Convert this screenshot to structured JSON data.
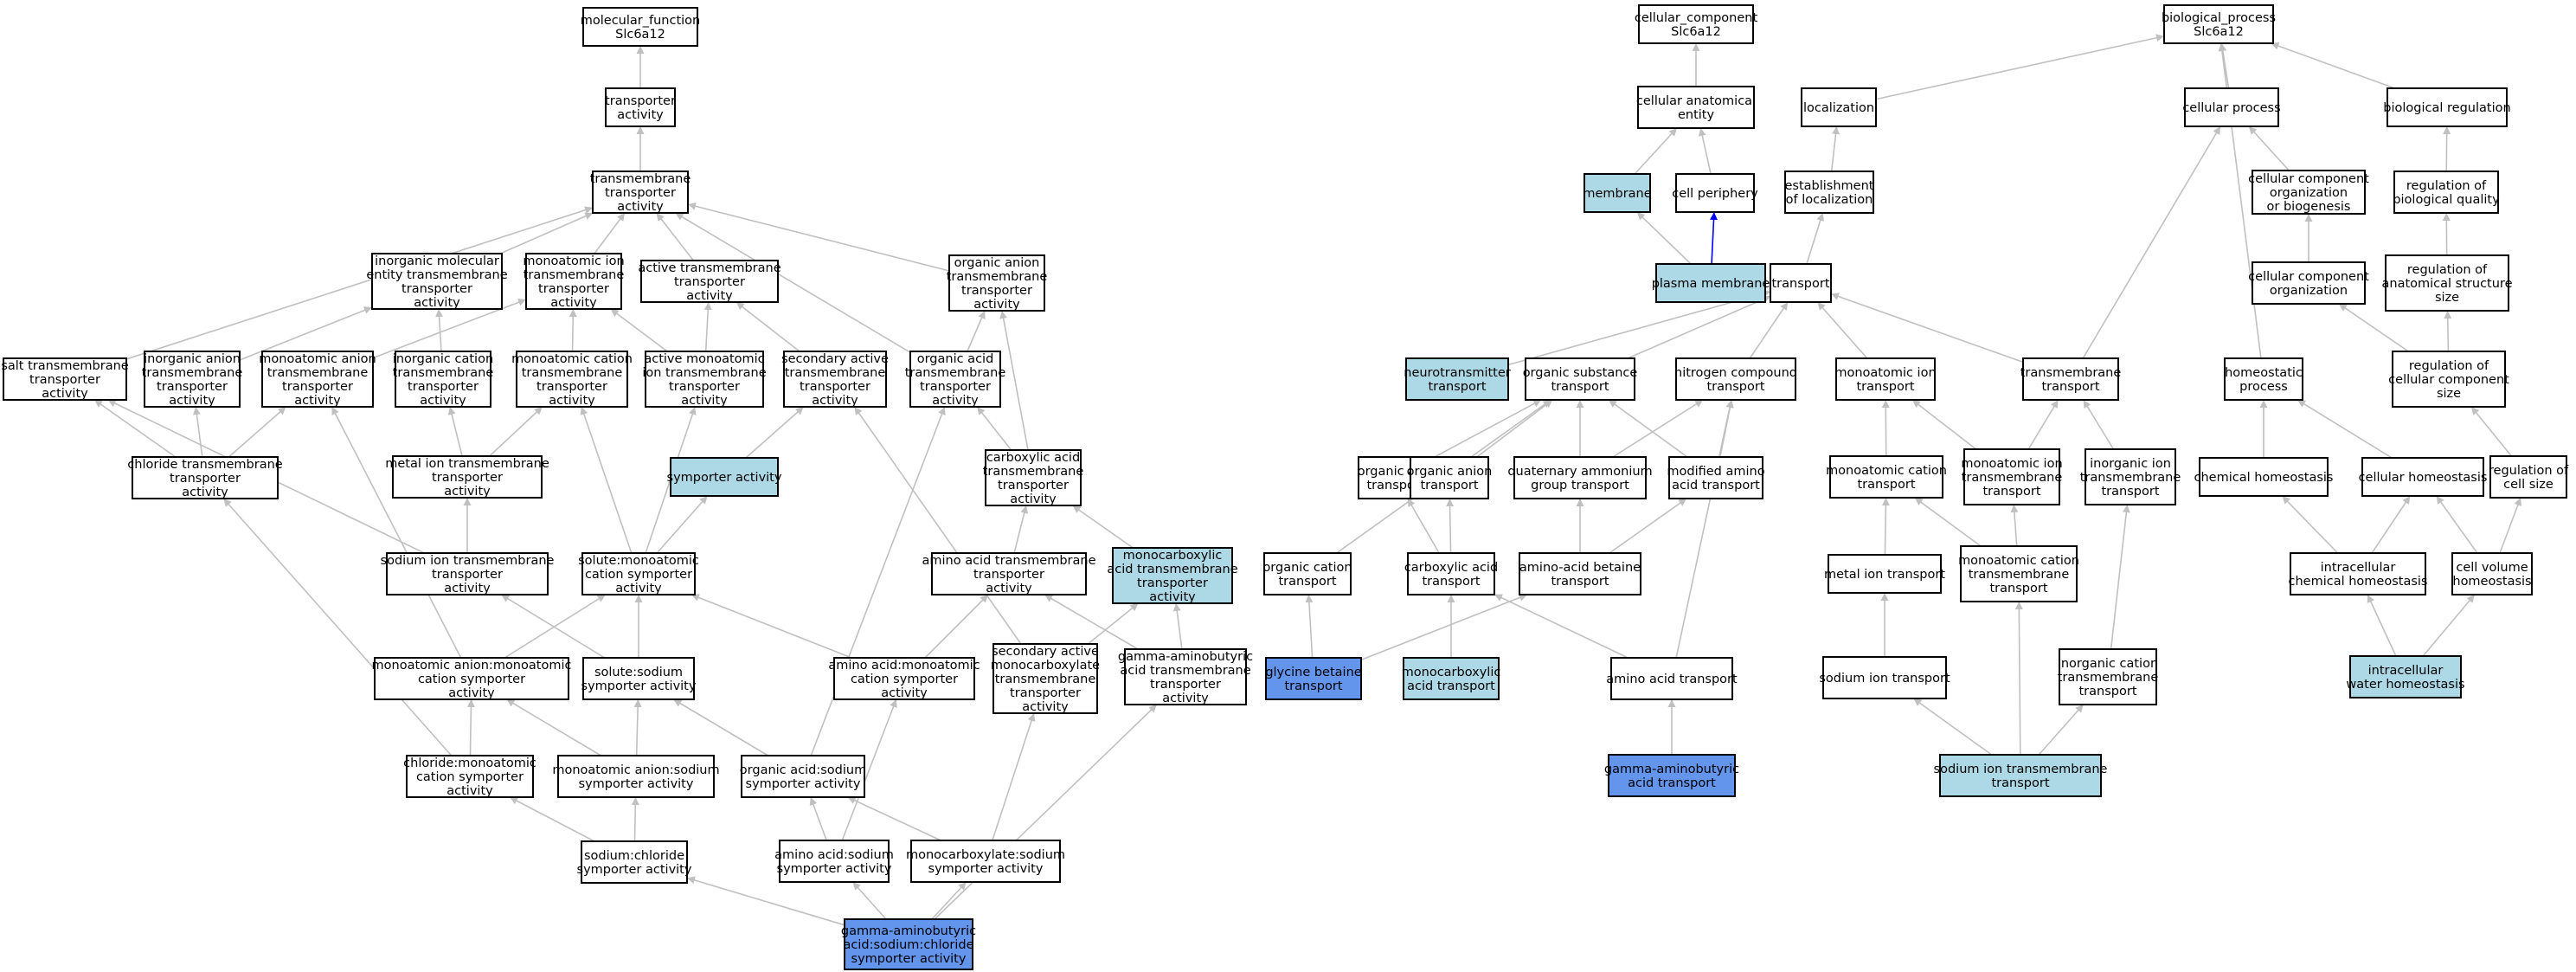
{
  "colors": {
    "plain": "#ffffff",
    "light_blue": "#add8e6",
    "dark_blue": "#6495ed",
    "edge_grey": "#c0c0c0",
    "edge_blue": "#0000ff"
  },
  "nodes": [
    {
      "id": "mf",
      "lines": [
        "molecular_function",
        "Slc6a12"
      ],
      "color": "plain"
    },
    {
      "id": "transporter",
      "lines": [
        "transporter",
        "activity"
      ],
      "color": "plain"
    },
    {
      "id": "tmta",
      "lines": [
        "transmembrane",
        "transporter",
        "activity"
      ],
      "color": "plain"
    },
    {
      "id": "inorgmol",
      "lines": [
        "inorganic molecular",
        "entity transmembrane",
        "transporter",
        "activity"
      ],
      "color": "plain"
    },
    {
      "id": "monoion",
      "lines": [
        "monoatomic ion",
        "transmembrane",
        "transporter",
        "activity"
      ],
      "color": "plain"
    },
    {
      "id": "activetm",
      "lines": [
        "active transmembrane",
        "transporter",
        "activity"
      ],
      "color": "plain"
    },
    {
      "id": "organion",
      "lines": [
        "organic anion",
        "transmembrane",
        "transporter",
        "activity"
      ],
      "color": "plain"
    },
    {
      "id": "salt",
      "lines": [
        "salt transmembrane",
        "transporter",
        "activity"
      ],
      "color": "plain"
    },
    {
      "id": "inorganion",
      "lines": [
        "inorganic anion",
        "transmembrane",
        "transporter",
        "activity"
      ],
      "color": "plain"
    },
    {
      "id": "monoanion",
      "lines": [
        "monoatomic anion",
        "transmembrane",
        "transporter",
        "activity"
      ],
      "color": "plain"
    },
    {
      "id": "inorgcation",
      "lines": [
        "inorganic cation",
        "transmembrane",
        "transporter",
        "activity"
      ],
      "color": "plain"
    },
    {
      "id": "monocation",
      "lines": [
        "monoatomic cation",
        "transmembrane",
        "transporter",
        "activity"
      ],
      "color": "plain"
    },
    {
      "id": "activemono",
      "lines": [
        "active monoatomic",
        "ion transmembrane",
        "transporter",
        "activity"
      ],
      "color": "plain"
    },
    {
      "id": "secactive",
      "lines": [
        "secondary active",
        "transmembrane",
        "transporter",
        "activity"
      ],
      "color": "plain"
    },
    {
      "id": "organacid",
      "lines": [
        "organic acid",
        "transmembrane",
        "transporter",
        "activity"
      ],
      "color": "plain"
    },
    {
      "id": "chloride",
      "lines": [
        "chloride transmembrane",
        "transporter",
        "activity"
      ],
      "color": "plain"
    },
    {
      "id": "metalion",
      "lines": [
        "metal ion transmembrane",
        "transporter",
        "activity"
      ],
      "color": "plain"
    },
    {
      "id": "symporter",
      "lines": [
        "symporter activity"
      ],
      "color": "light_blue"
    },
    {
      "id": "carboxylic",
      "lines": [
        "carboxylic acid",
        "transmembrane",
        "transporter",
        "activity"
      ],
      "color": "plain"
    },
    {
      "id": "sodiumion",
      "lines": [
        "sodium ion transmembrane",
        "transporter",
        "activity"
      ],
      "color": "plain"
    },
    {
      "id": "solutemonocation",
      "lines": [
        "solute:monoatomic",
        "cation symporter",
        "activity"
      ],
      "color": "plain"
    },
    {
      "id": "aminoacidtm",
      "lines": [
        "amino acid transmembrane",
        "transporter",
        "activity"
      ],
      "color": "plain"
    },
    {
      "id": "monocarbtm",
      "lines": [
        "monocarboxylic",
        "acid transmembrane",
        "transporter",
        "activity"
      ],
      "color": "light_blue"
    },
    {
      "id": "monoanionmonocation",
      "lines": [
        "monoatomic anion:monoatomic",
        "cation symporter",
        "activity"
      ],
      "color": "plain"
    },
    {
      "id": "solutesodium",
      "lines": [
        "solute:sodium",
        "symporter activity"
      ],
      "color": "plain"
    },
    {
      "id": "aamonocation",
      "lines": [
        "amino acid:monoatomic",
        "cation symporter",
        "activity"
      ],
      "color": "plain"
    },
    {
      "id": "secactivemonocarb",
      "lines": [
        "secondary active",
        "monocarboxylate",
        "transmembrane",
        "transporter",
        "activity"
      ],
      "color": "plain"
    },
    {
      "id": "gabatm",
      "lines": [
        "gamma-aminobutyric",
        "acid transmembrane",
        "transporter",
        "activity"
      ],
      "color": "plain"
    },
    {
      "id": "chloridemonocation",
      "lines": [
        "chloride:monoatomic",
        "cation symporter",
        "activity"
      ],
      "color": "plain"
    },
    {
      "id": "monoanionsodium",
      "lines": [
        "monoatomic anion:sodium",
        "symporter activity"
      ],
      "color": "plain"
    },
    {
      "id": "organacidsodium",
      "lines": [
        "organic acid:sodium",
        "symporter activity"
      ],
      "color": "plain"
    },
    {
      "id": "sodiumchloride",
      "lines": [
        "sodium:chloride",
        "symporter activity"
      ],
      "color": "plain"
    },
    {
      "id": "aasodium",
      "lines": [
        "amino acid:sodium",
        "symporter activity"
      ],
      "color": "plain"
    },
    {
      "id": "monocarbsodium",
      "lines": [
        "monocarboxylate:sodium",
        "symporter activity"
      ],
      "color": "plain"
    },
    {
      "id": "gabasodiumchloride",
      "lines": [
        "gamma-aminobutyric",
        "acid:sodium:chloride",
        "symporter activity"
      ],
      "color": "dark_blue"
    },
    {
      "id": "cc",
      "lines": [
        "cellular_component",
        "Slc6a12"
      ],
      "color": "plain"
    },
    {
      "id": "cae",
      "lines": [
        "cellular anatomical",
        "entity"
      ],
      "color": "plain"
    },
    {
      "id": "membrane",
      "lines": [
        "membrane"
      ],
      "color": "light_blue"
    },
    {
      "id": "periphery",
      "lines": [
        "cell periphery"
      ],
      "color": "plain"
    },
    {
      "id": "plasmamem",
      "lines": [
        "plasma membrane"
      ],
      "color": "light_blue"
    },
    {
      "id": "bp",
      "lines": [
        "biological_process",
        "Slc6a12"
      ],
      "color": "plain"
    },
    {
      "id": "localization",
      "lines": [
        "localization"
      ],
      "color": "plain"
    },
    {
      "id": "cellproc",
      "lines": [
        "cellular process"
      ],
      "color": "plain"
    },
    {
      "id": "bioreg",
      "lines": [
        "biological regulation"
      ],
      "color": "plain"
    },
    {
      "id": "estloc",
      "lines": [
        "establishment",
        "of localization"
      ],
      "color": "plain"
    },
    {
      "id": "ccob",
      "lines": [
        "cellular component",
        "organization",
        "or biogenesis"
      ],
      "color": "plain"
    },
    {
      "id": "regbioq",
      "lines": [
        "regulation of",
        "biological quality"
      ],
      "color": "plain"
    },
    {
      "id": "transport",
      "lines": [
        "transport"
      ],
      "color": "plain"
    },
    {
      "id": "cco",
      "lines": [
        "cellular component",
        "organization"
      ],
      "color": "plain"
    },
    {
      "id": "reganat",
      "lines": [
        "regulation of",
        "anatomical structure",
        "size"
      ],
      "color": "plain"
    },
    {
      "id": "neurotrans",
      "lines": [
        "neurotransmitter",
        "transport"
      ],
      "color": "light_blue"
    },
    {
      "id": "orgsubst",
      "lines": [
        "organic substance",
        "transport"
      ],
      "color": "plain"
    },
    {
      "id": "nitrogen",
      "lines": [
        "nitrogen compound",
        "transport"
      ],
      "color": "plain"
    },
    {
      "id": "monoiontransport",
      "lines": [
        "monoatomic ion",
        "transport"
      ],
      "color": "plain"
    },
    {
      "id": "tmtransport",
      "lines": [
        "transmembrane",
        "transport"
      ],
      "color": "plain"
    },
    {
      "id": "homeostatic",
      "lines": [
        "homeostatic",
        "process"
      ],
      "color": "plain"
    },
    {
      "id": "regccsize",
      "lines": [
        "regulation of",
        "cellular component",
        "size"
      ],
      "color": "plain"
    },
    {
      "id": "orgacidtransport",
      "lines": [
        "organic acid",
        "transport"
      ],
      "color": "plain"
    },
    {
      "id": "orgaaniontransport",
      "lines": [
        "organic anion",
        "transport"
      ],
      "color": "plain"
    },
    {
      "id": "quatammonium",
      "lines": [
        "quaternary ammonium",
        "group transport"
      ],
      "color": "plain"
    },
    {
      "id": "modaa",
      "lines": [
        "modified amino",
        "acid transport"
      ],
      "color": "plain"
    },
    {
      "id": "monocationtransport",
      "lines": [
        "monoatomic cation",
        "transport"
      ],
      "color": "plain"
    },
    {
      "id": "monoiontmtransport",
      "lines": [
        "monoatomic ion",
        "transmembrane",
        "transport"
      ],
      "color": "plain"
    },
    {
      "id": "inorgiontm",
      "lines": [
        "inorganic ion",
        "transmembrane",
        "transport"
      ],
      "color": "plain"
    },
    {
      "id": "chemhomeo",
      "lines": [
        "chemical homeostasis"
      ],
      "color": "plain"
    },
    {
      "id": "cellhomeo",
      "lines": [
        "cellular homeostasis"
      ],
      "color": "plain"
    },
    {
      "id": "regcellsize",
      "lines": [
        "regulation of",
        "cell size"
      ],
      "color": "plain"
    },
    {
      "id": "orgcationtransport",
      "lines": [
        "organic cation",
        "transport"
      ],
      "color": "plain"
    },
    {
      "id": "carbacidtransport",
      "lines": [
        "carboxylic acid",
        "transport"
      ],
      "color": "plain"
    },
    {
      "id": "aabetaine",
      "lines": [
        "amino-acid betaine",
        "transport"
      ],
      "color": "plain"
    },
    {
      "id": "metaliontransport",
      "lines": [
        "metal ion transport"
      ],
      "color": "plain"
    },
    {
      "id": "monocationtm",
      "lines": [
        "monoatomic cation",
        "transmembrane",
        "transport"
      ],
      "color": "plain"
    },
    {
      "id": "intrachemhomeo",
      "lines": [
        "intracellular",
        "chemical homeostasis"
      ],
      "color": "plain"
    },
    {
      "id": "cellvolhomeo",
      "lines": [
        "cell volume",
        "homeostasis"
      ],
      "color": "plain"
    },
    {
      "id": "glycinebetaine",
      "lines": [
        "glycine betaine",
        "transport"
      ],
      "color": "dark_blue"
    },
    {
      "id": "monocarbtransport",
      "lines": [
        "monocarboxylic",
        "acid transport"
      ],
      "color": "light_blue"
    },
    {
      "id": "aatransport",
      "lines": [
        "amino acid transport"
      ],
      "color": "plain"
    },
    {
      "id": "sodiumiontransport",
      "lines": [
        "sodium ion transport"
      ],
      "color": "plain"
    },
    {
      "id": "inorgcationtm",
      "lines": [
        "inorganic cation",
        "transmembrane",
        "transport"
      ],
      "color": "plain"
    },
    {
      "id": "intrawater",
      "lines": [
        "intracellular",
        "water homeostasis"
      ],
      "color": "light_blue"
    },
    {
      "id": "gabatransport",
      "lines": [
        "gamma-aminobutyric",
        "acid transport"
      ],
      "color": "dark_blue"
    },
    {
      "id": "sodiumiontm",
      "lines": [
        "sodium ion transmembrane",
        "transport"
      ],
      "color": "light_blue"
    }
  ],
  "edges": [
    [
      "transporter",
      "mf"
    ],
    [
      "tmta",
      "transporter"
    ],
    [
      "inorgmol",
      "tmta"
    ],
    [
      "monoion",
      "tmta"
    ],
    [
      "activetm",
      "tmta"
    ],
    [
      "organion",
      "tmta"
    ],
    [
      "salt",
      "tmta"
    ],
    [
      "organacid",
      "tmta"
    ],
    [
      "inorganion",
      "inorgmol"
    ],
    [
      "inorgcation",
      "inorgmol"
    ],
    [
      "monoanion",
      "monoion"
    ],
    [
      "monocation",
      "monoion"
    ],
    [
      "activemono",
      "monoion"
    ],
    [
      "activemono",
      "activetm"
    ],
    [
      "secactive",
      "activetm"
    ],
    [
      "organacid",
      "organion"
    ],
    [
      "carboxylic",
      "organion"
    ],
    [
      "chloride",
      "salt"
    ],
    [
      "chloride",
      "inorganion"
    ],
    [
      "chloride",
      "monoanion"
    ],
    [
      "metalion",
      "inorgcation"
    ],
    [
      "metalion",
      "monocation"
    ],
    [
      "symporter",
      "secactive"
    ],
    [
      "carboxylic",
      "organacid"
    ],
    [
      "sodiumion",
      "metalion"
    ],
    [
      "sodiumion",
      "salt"
    ],
    [
      "solutemonocation",
      "symporter"
    ],
    [
      "solutemonocation",
      "monocation"
    ],
    [
      "solutemonocation",
      "activemono"
    ],
    [
      "aminoacidtm",
      "carboxylic"
    ],
    [
      "monocarbtm",
      "carboxylic"
    ],
    [
      "monoanionmonocation",
      "solutemonocation"
    ],
    [
      "monoanionmonocation",
      "monoanion"
    ],
    [
      "solutesodium",
      "solutemonocation"
    ],
    [
      "solutesodium",
      "sodiumion"
    ],
    [
      "aamonocation",
      "aminoacidtm"
    ],
    [
      "aamonocation",
      "solutemonocation"
    ],
    [
      "secactivemonocarb",
      "monocarbtm"
    ],
    [
      "secactivemonocarb",
      "secactive"
    ],
    [
      "gabatm",
      "aminoacidtm"
    ],
    [
      "gabatm",
      "monocarbtm"
    ],
    [
      "chloridemonocation",
      "monoanionmonocation"
    ],
    [
      "chloridemonocation",
      "chloride"
    ],
    [
      "monoanionsodium",
      "monoanionmonocation"
    ],
    [
      "monoanionsodium",
      "solutesodium"
    ],
    [
      "organacidsodium",
      "solutesodium"
    ],
    [
      "organacidsodium",
      "organacid"
    ],
    [
      "sodiumchloride",
      "chloridemonocation"
    ],
    [
      "sodiumchloride",
      "monoanionsodium"
    ],
    [
      "aasodium",
      "organacidsodium"
    ],
    [
      "aasodium",
      "aamonocation"
    ],
    [
      "monocarbsodium",
      "organacidsodium"
    ],
    [
      "monocarbsodium",
      "secactivemonocarb"
    ],
    [
      "gabasodiumchloride",
      "sodiumchloride"
    ],
    [
      "gabasodiumchloride",
      "aasodium"
    ],
    [
      "gabasodiumchloride",
      "monocarbsodium"
    ],
    [
      "gabasodiumchloride",
      "gabatm"
    ],
    [
      "cae",
      "cc"
    ],
    [
      "membrane",
      "cae"
    ],
    [
      "periphery",
      "cae"
    ],
    [
      "plasmamem",
      "membrane"
    ],
    [
      "plasmamem",
      "periphery",
      "blue"
    ],
    [
      "localization",
      "bp"
    ],
    [
      "cellproc",
      "bp"
    ],
    [
      "bioreg",
      "bp"
    ],
    [
      "homeostatic",
      "bp"
    ],
    [
      "estloc",
      "localization"
    ],
    [
      "ccob",
      "cellproc"
    ],
    [
      "tmtransport",
      "cellproc"
    ],
    [
      "regbioq",
      "bioreg"
    ],
    [
      "transport",
      "estloc"
    ],
    [
      "cco",
      "ccob"
    ],
    [
      "reganat",
      "regbioq"
    ],
    [
      "neurotrans",
      "transport"
    ],
    [
      "orgsubst",
      "transport"
    ],
    [
      "nitrogen",
      "transport"
    ],
    [
      "monoiontransport",
      "transport"
    ],
    [
      "tmtransport",
      "transport"
    ],
    [
      "regccsize",
      "cco"
    ],
    [
      "regccsize",
      "reganat"
    ],
    [
      "orgacidtransport",
      "orgsubst"
    ],
    [
      "orgaaniontransport",
      "orgsubst"
    ],
    [
      "quatammonium",
      "orgsubst"
    ],
    [
      "quatammonium",
      "nitrogen"
    ],
    [
      "modaa",
      "orgsubst"
    ],
    [
      "modaa",
      "nitrogen"
    ],
    [
      "monocationtransport",
      "monoiontransport"
    ],
    [
      "monoiontmtransport",
      "monoiontransport"
    ],
    [
      "monoiontmtransport",
      "tmtransport"
    ],
    [
      "inorgiontm",
      "tmtransport"
    ],
    [
      "chemhomeo",
      "homeostatic"
    ],
    [
      "cellhomeo",
      "homeostatic"
    ],
    [
      "regcellsize",
      "regccsize"
    ],
    [
      "orgcationtransport",
      "orgsubst"
    ],
    [
      "carbacidtransport",
      "orgacidtransport"
    ],
    [
      "carbacidtransport",
      "orgaaniontransport"
    ],
    [
      "aabetaine",
      "quatammonium"
    ],
    [
      "aabetaine",
      "modaa"
    ],
    [
      "metaliontransport",
      "monocationtransport"
    ],
    [
      "monocationtm",
      "monocationtransport"
    ],
    [
      "monocationtm",
      "monoiontmtransport"
    ],
    [
      "intrachemhomeo",
      "chemhomeo"
    ],
    [
      "intrachemhomeo",
      "cellhomeo"
    ],
    [
      "cellvolhomeo",
      "cellhomeo"
    ],
    [
      "cellvolhomeo",
      "regcellsize"
    ],
    [
      "glycinebetaine",
      "orgcationtransport"
    ],
    [
      "glycinebetaine",
      "aabetaine"
    ],
    [
      "monocarbtransport",
      "carbacidtransport"
    ],
    [
      "aatransport",
      "carbacidtransport"
    ],
    [
      "aatransport",
      "nitrogen"
    ],
    [
      "sodiumiontransport",
      "metaliontransport"
    ],
    [
      "inorgcationtm",
      "inorgiontm"
    ],
    [
      "intrawater",
      "intrachemhomeo"
    ],
    [
      "intrawater",
      "cellvolhomeo"
    ],
    [
      "gabatransport",
      "aatransport"
    ],
    [
      "sodiumiontm",
      "sodiumiontransport"
    ],
    [
      "sodiumiontm",
      "monocationtm"
    ],
    [
      "sodiumiontm",
      "inorgcationtm"
    ]
  ]
}
